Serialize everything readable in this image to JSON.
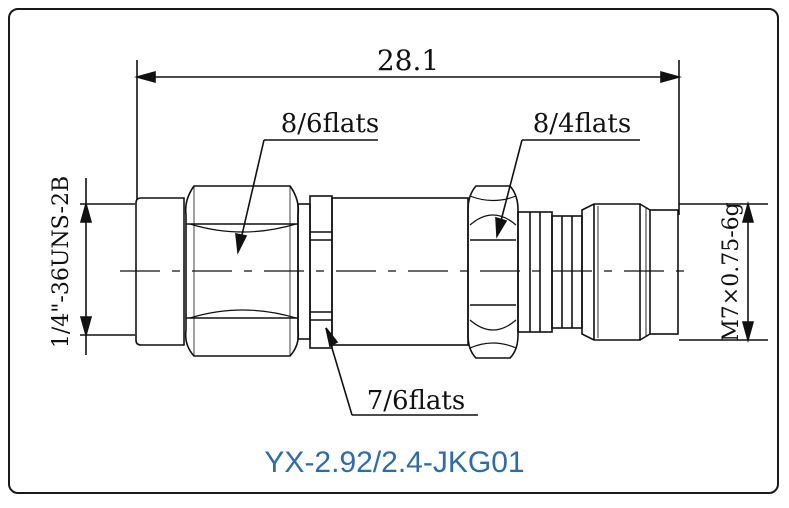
{
  "dimensions": {
    "overall_length": "28.1",
    "left_hex_flats": "8/6flats",
    "right_hex_flats": "8/4flats",
    "middle_nut_flats": "7/6flats",
    "left_thread": "1/4\"-36UNS-2B",
    "right_thread": "M7×0.75-6g"
  },
  "part_number": "YX-2.92/2.4-JKG01",
  "colors": {
    "part_number": "#2b6cb0",
    "lines": "#111111"
  }
}
